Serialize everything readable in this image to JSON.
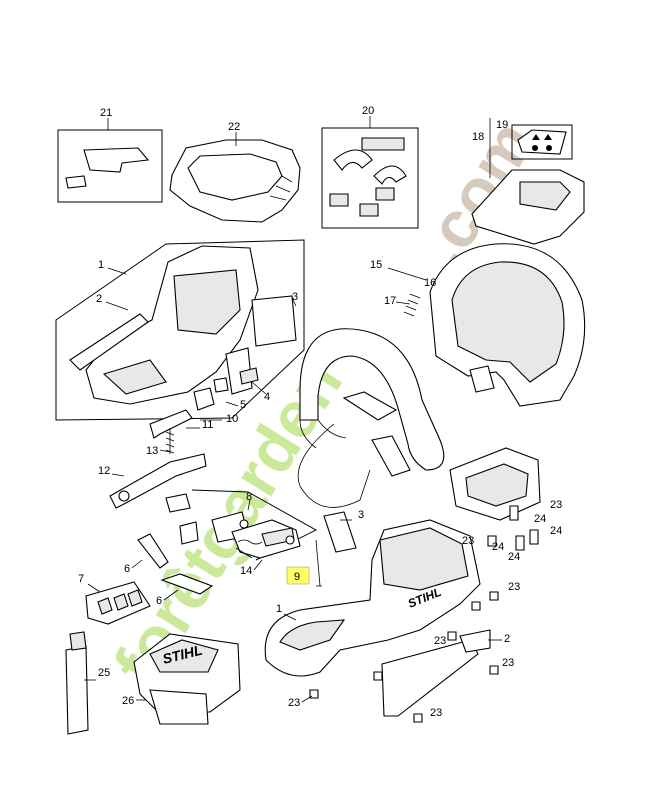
{
  "labels": {
    "l1": "1",
    "l1b": "1",
    "l2": "2",
    "l2b": "2",
    "l3": "3",
    "l3b": "3",
    "l4": "4",
    "l5": "5",
    "l6": "6",
    "l6b": "6",
    "l7": "7",
    "l8": "8",
    "l9": "9",
    "l10": "10",
    "l11": "11",
    "l12": "12",
    "l13": "13",
    "l14": "14",
    "l15": "15",
    "l16": "16",
    "l17": "17",
    "l18": "18",
    "l19": "19",
    "l20": "20",
    "l21": "21",
    "l22": "22",
    "l23": "23",
    "l24": "24",
    "l25": "25",
    "l26": "26"
  },
  "brand": {
    "logo": "STIHL"
  },
  "watermark": {
    "text_a": "forêtgarden",
    "text_b": ".com",
    "color_a": "#b9e27a",
    "color_b": "#c9b8a6"
  },
  "highlight": {
    "color": "#ffff66"
  }
}
